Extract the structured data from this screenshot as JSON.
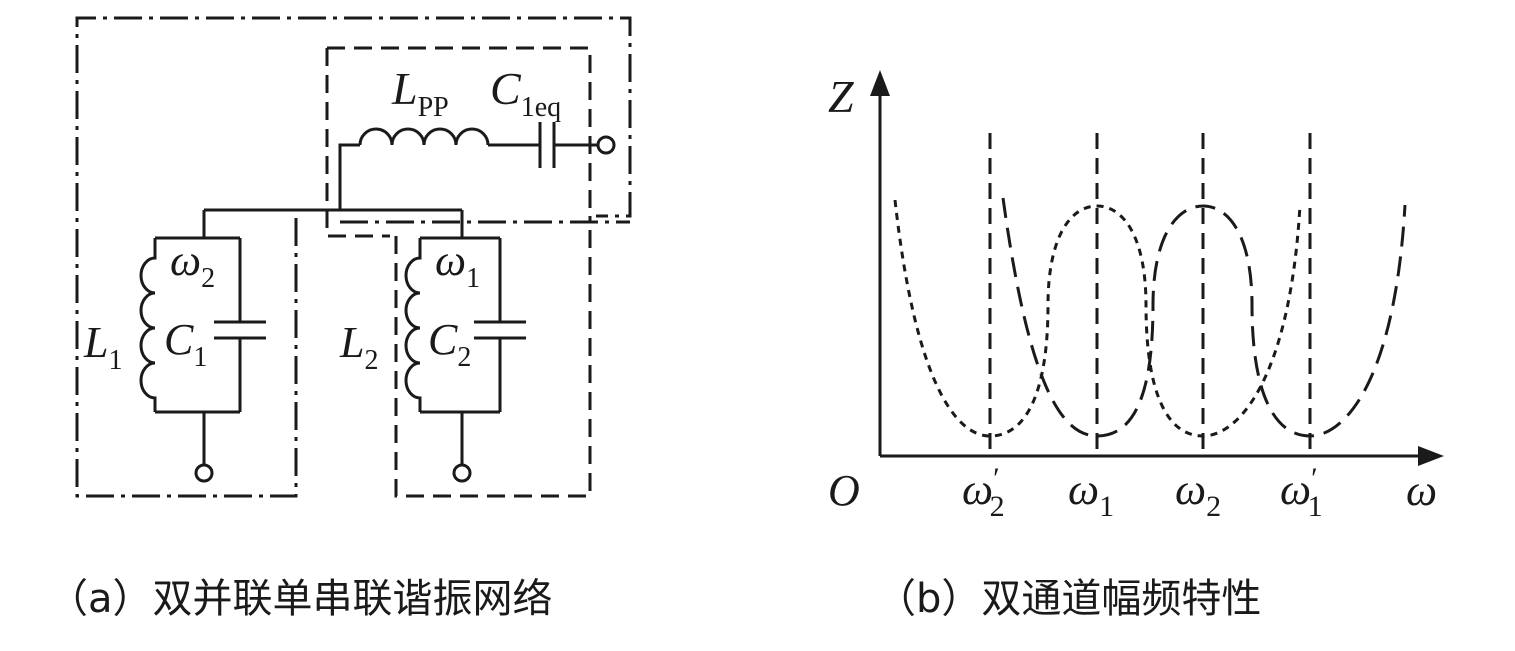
{
  "panel_a": {
    "caption": "（a）双并联单串联谐振网络",
    "labels": {
      "L_pp_main": "L",
      "L_pp_sub": "PP",
      "C_eq_main": "C",
      "C_eq_sub": "1eq",
      "omega2_main": "ω",
      "omega2_sub": "2",
      "L1_main": "L",
      "L1_sub": "1",
      "C1_main": "C",
      "C1_sub": "1",
      "omega1_main": "ω",
      "omega1_sub": "1",
      "L2_main": "L",
      "L2_sub": "2",
      "C2_main": "C",
      "C2_sub": "2"
    }
  },
  "panel_b": {
    "caption": "（b）双通道幅频特性",
    "y_axis_label": "Z",
    "origin_label": "O",
    "x_axis_label": "ω",
    "ticks": [
      {
        "main": "ω",
        "sub": "2",
        "prime": "′"
      },
      {
        "main": "ω",
        "sub": "1",
        "prime": ""
      },
      {
        "main": "ω",
        "sub": "2",
        "prime": ""
      },
      {
        "main": "ω",
        "sub": "1",
        "prime": "′"
      }
    ]
  }
}
